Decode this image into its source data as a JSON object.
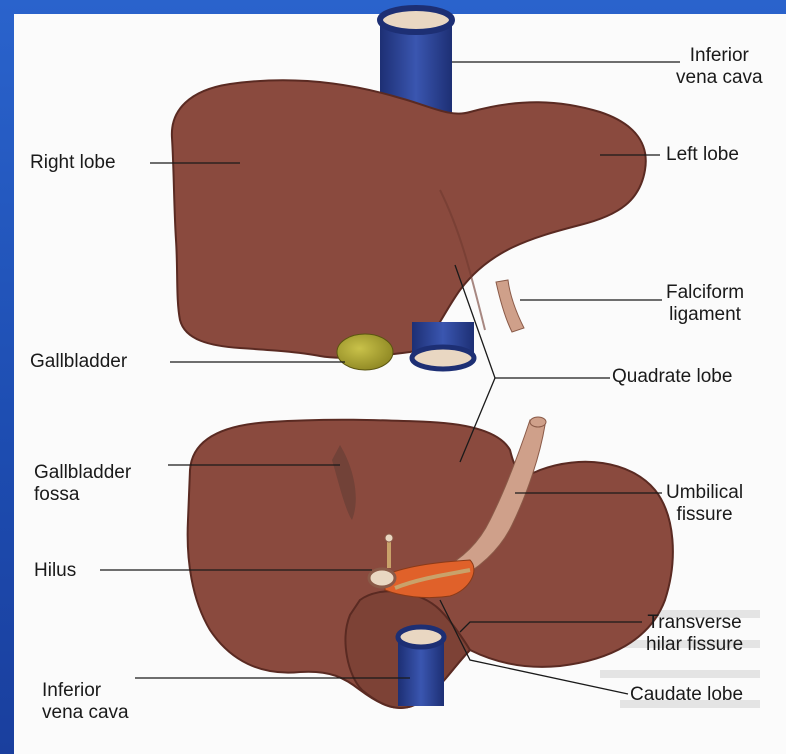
{
  "labels": {
    "inferior_vena_cava_top": "Inferior\nvena cava",
    "right_lobe": "Right lobe",
    "left_lobe": "Left lobe",
    "falciform_ligament": "Falciform\nligament",
    "gallbladder": "Gallbladder",
    "quadrate_lobe": "Quadrate lobe",
    "gallbladder_fossa": "Gallbladder\nfossa",
    "umbilical_fissure": "Umbilical\nfissure",
    "hilus": "Hilus",
    "transverse_hilar_fissure": "Transverse\nhilar fissure",
    "inferior_vena_cava_bottom": "Inferior\nvena cava",
    "caudate_lobe": "Caudate lobe"
  },
  "colors": {
    "liver": "#8a4a3e",
    "liver_shade": "#6f3a30",
    "vena_cava": "#2a3f8f",
    "gallbladder": "#a8a02a",
    "ligament": "#cfa08a",
    "hilus_orange": "#e0612a"
  }
}
